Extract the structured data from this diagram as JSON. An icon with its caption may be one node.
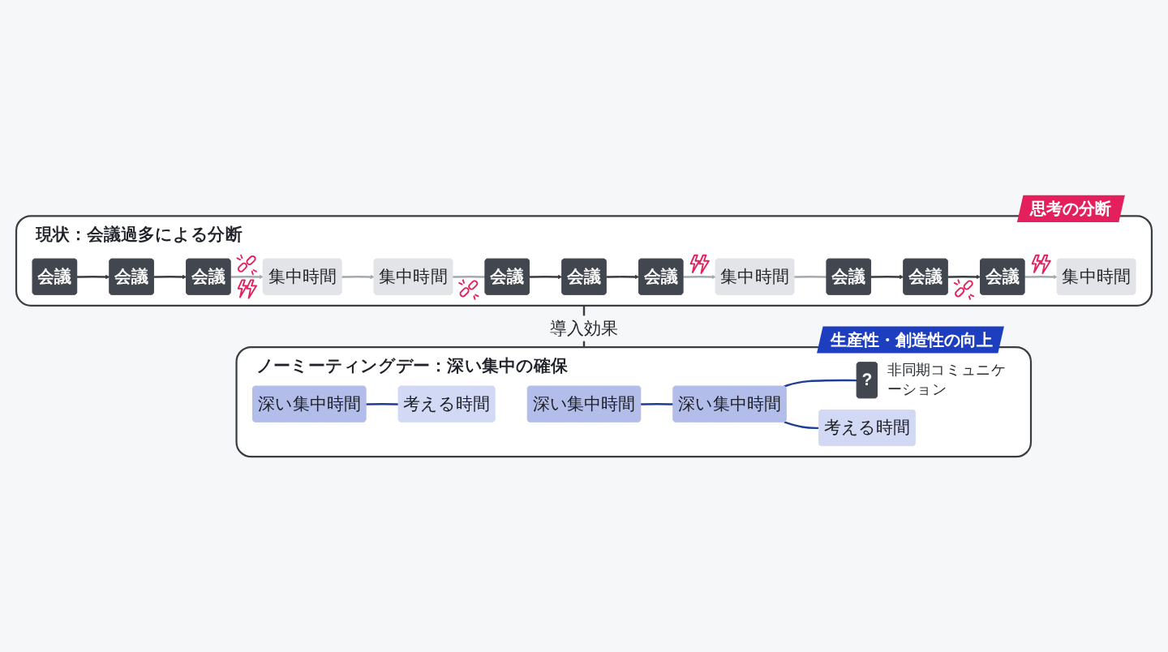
{
  "diagram": {
    "nodes": [
      {
        "text": [
          "現状：会議過多による分断",
          "思考の分断"
        ]
      },
      {
        "text": [
          "会議"
        ],
        "in": 0
      },
      {
        "text": [
          "会議"
        ],
        "in": 0
      },
      {
        "text": [
          "会議"
        ],
        "in": 0
      },
      {
        "text": [
          "集中時間"
        ],
        "in": 0
      },
      {
        "text": [
          "集中時間"
        ],
        "in": 0
      },
      {
        "text": [
          "会議"
        ],
        "in": 0
      },
      {
        "text": [
          "会議"
        ],
        "in": 0
      },
      {
        "text": [
          "会議"
        ],
        "in": 0
      },
      {
        "text": [
          "集中時間"
        ],
        "in": 0
      },
      {
        "text": [
          "会議"
        ],
        "in": 0
      },
      {
        "text": [
          "会議"
        ],
        "in": 0
      },
      {
        "text": [
          "会議"
        ],
        "in": 0
      },
      {
        "text": [
          "集中時間"
        ],
        "in": 0
      },
      {
        "text": [
          "ノーミーティングデー：深い集中の確保",
          "生産性・創造性の向上"
        ]
      },
      {
        "text": [
          "深い集中時間"
        ],
        "in": 14
      },
      {
        "text": [
          "考える時間"
        ],
        "in": 14
      },
      {
        "text": [
          "深い集中時間"
        ],
        "in": 14
      },
      {
        "text": [
          "深い集中時間"
        ],
        "in": 14
      },
      {
        "text": [
          "?"
        ],
        "in": 14,
        "beside": [
          "非同期コミュニケーション"
        ]
      },
      {
        "text": [
          "考える時間"
        ],
        "in": 14
      }
    ],
    "edges": [
      {
        "from": 1,
        "to": 2,
        "arrow": "to"
      },
      {
        "from": 2,
        "to": 3,
        "arrow": "to"
      },
      {
        "from": 3,
        "to": 4,
        "arrow": "to",
        "color": "#a5a9af"
      },
      {
        "from": 4,
        "to": 5,
        "arrow": "to",
        "color": "#a5a9af"
      },
      {
        "from": 5,
        "to": 6,
        "arrow": "none",
        "color": "#a5a9af"
      },
      {
        "from": 6,
        "to": 7,
        "arrow": "to"
      },
      {
        "from": 7,
        "to": 8,
        "arrow": "to"
      },
      {
        "from": 8,
        "to": 9,
        "arrow": "to",
        "color": "#a5a9af"
      },
      {
        "from": 9,
        "to": 10,
        "arrow": "none",
        "color": "#a5a9af"
      },
      {
        "from": 10,
        "to": 11,
        "arrow": "to"
      },
      {
        "from": 11,
        "to": 12,
        "arrow": "to"
      },
      {
        "from": 12,
        "to": 13,
        "arrow": "to",
        "color": "#a5a9af"
      },
      {
        "from": 0,
        "to": 14,
        "arrow": "to",
        "label": "導入効果"
      },
      {
        "from": 15,
        "to": 16,
        "arrow": "none",
        "color": "#1f3c96"
      },
      {
        "from": 17,
        "to": 18,
        "arrow": "none",
        "color": "#1f3c96"
      },
      {
        "from": 18,
        "to": 19,
        "arrow": "none",
        "color": "#1f3c96"
      },
      {
        "from": 18,
        "to": 20,
        "arrow": "none",
        "color": "#1f3c96"
      }
    ]
  }
}
